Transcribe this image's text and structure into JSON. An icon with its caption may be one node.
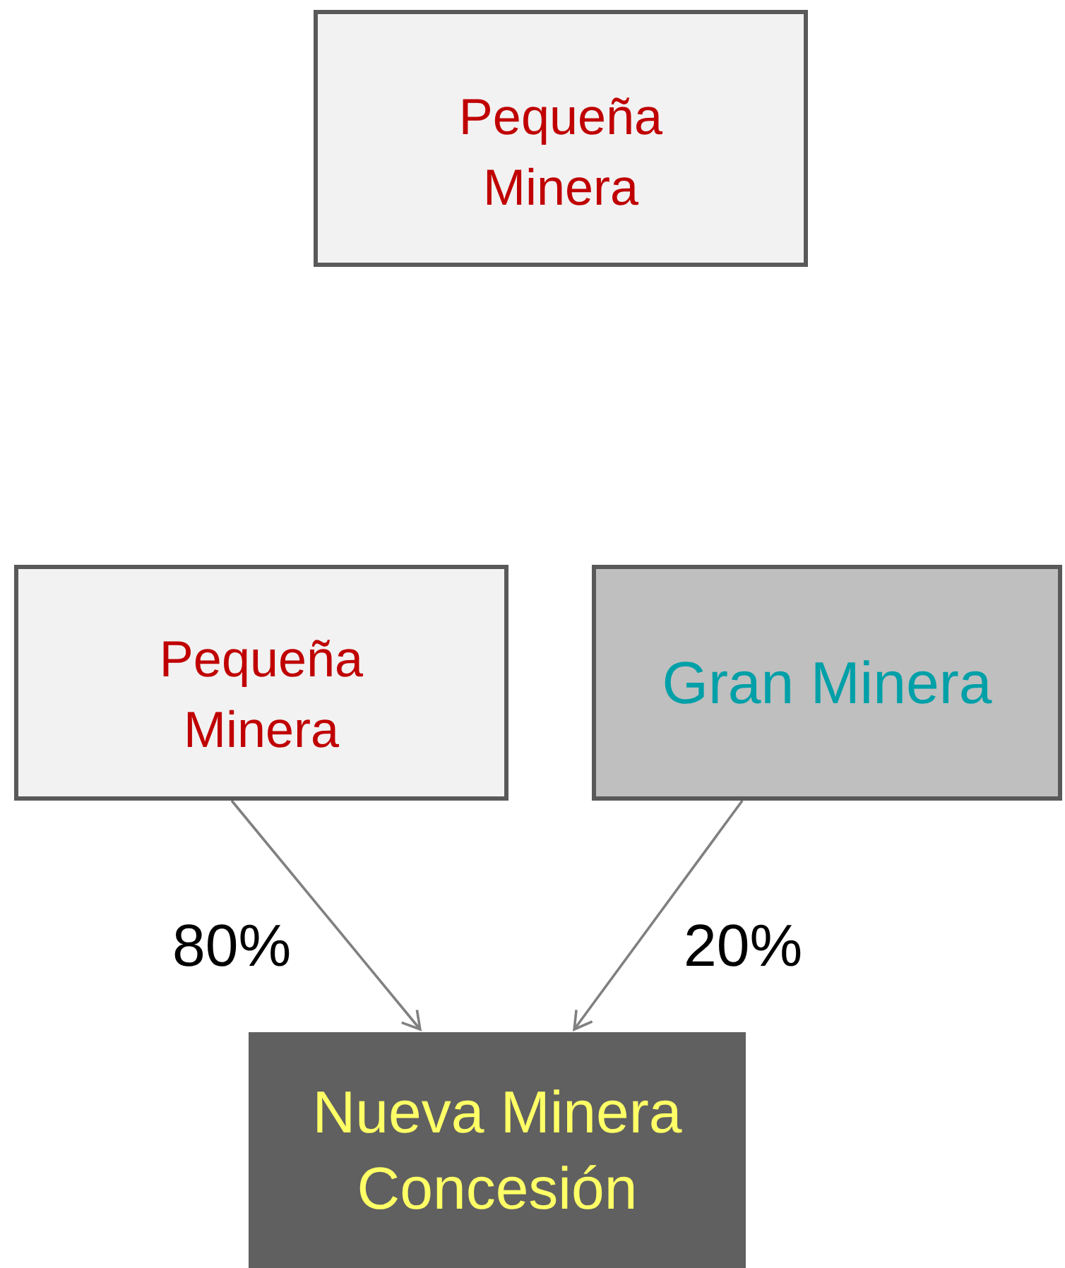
{
  "diagram": {
    "nodes": [
      {
        "text": [
          "Pequeña Minera"
        ]
      },
      {
        "text": [
          "Pequeña Minera"
        ]
      },
      {
        "text": [
          "Gran Minera"
        ]
      },
      {
        "text": [
          "Nueva Minera Concesión"
        ]
      }
    ],
    "edges": [
      {
        "from": 1,
        "to": 3,
        "arrow": "to",
        "label": "80%"
      },
      {
        "from": 2,
        "to": 3,
        "arrow": "to",
        "label": "20%"
      }
    ]
  }
}
